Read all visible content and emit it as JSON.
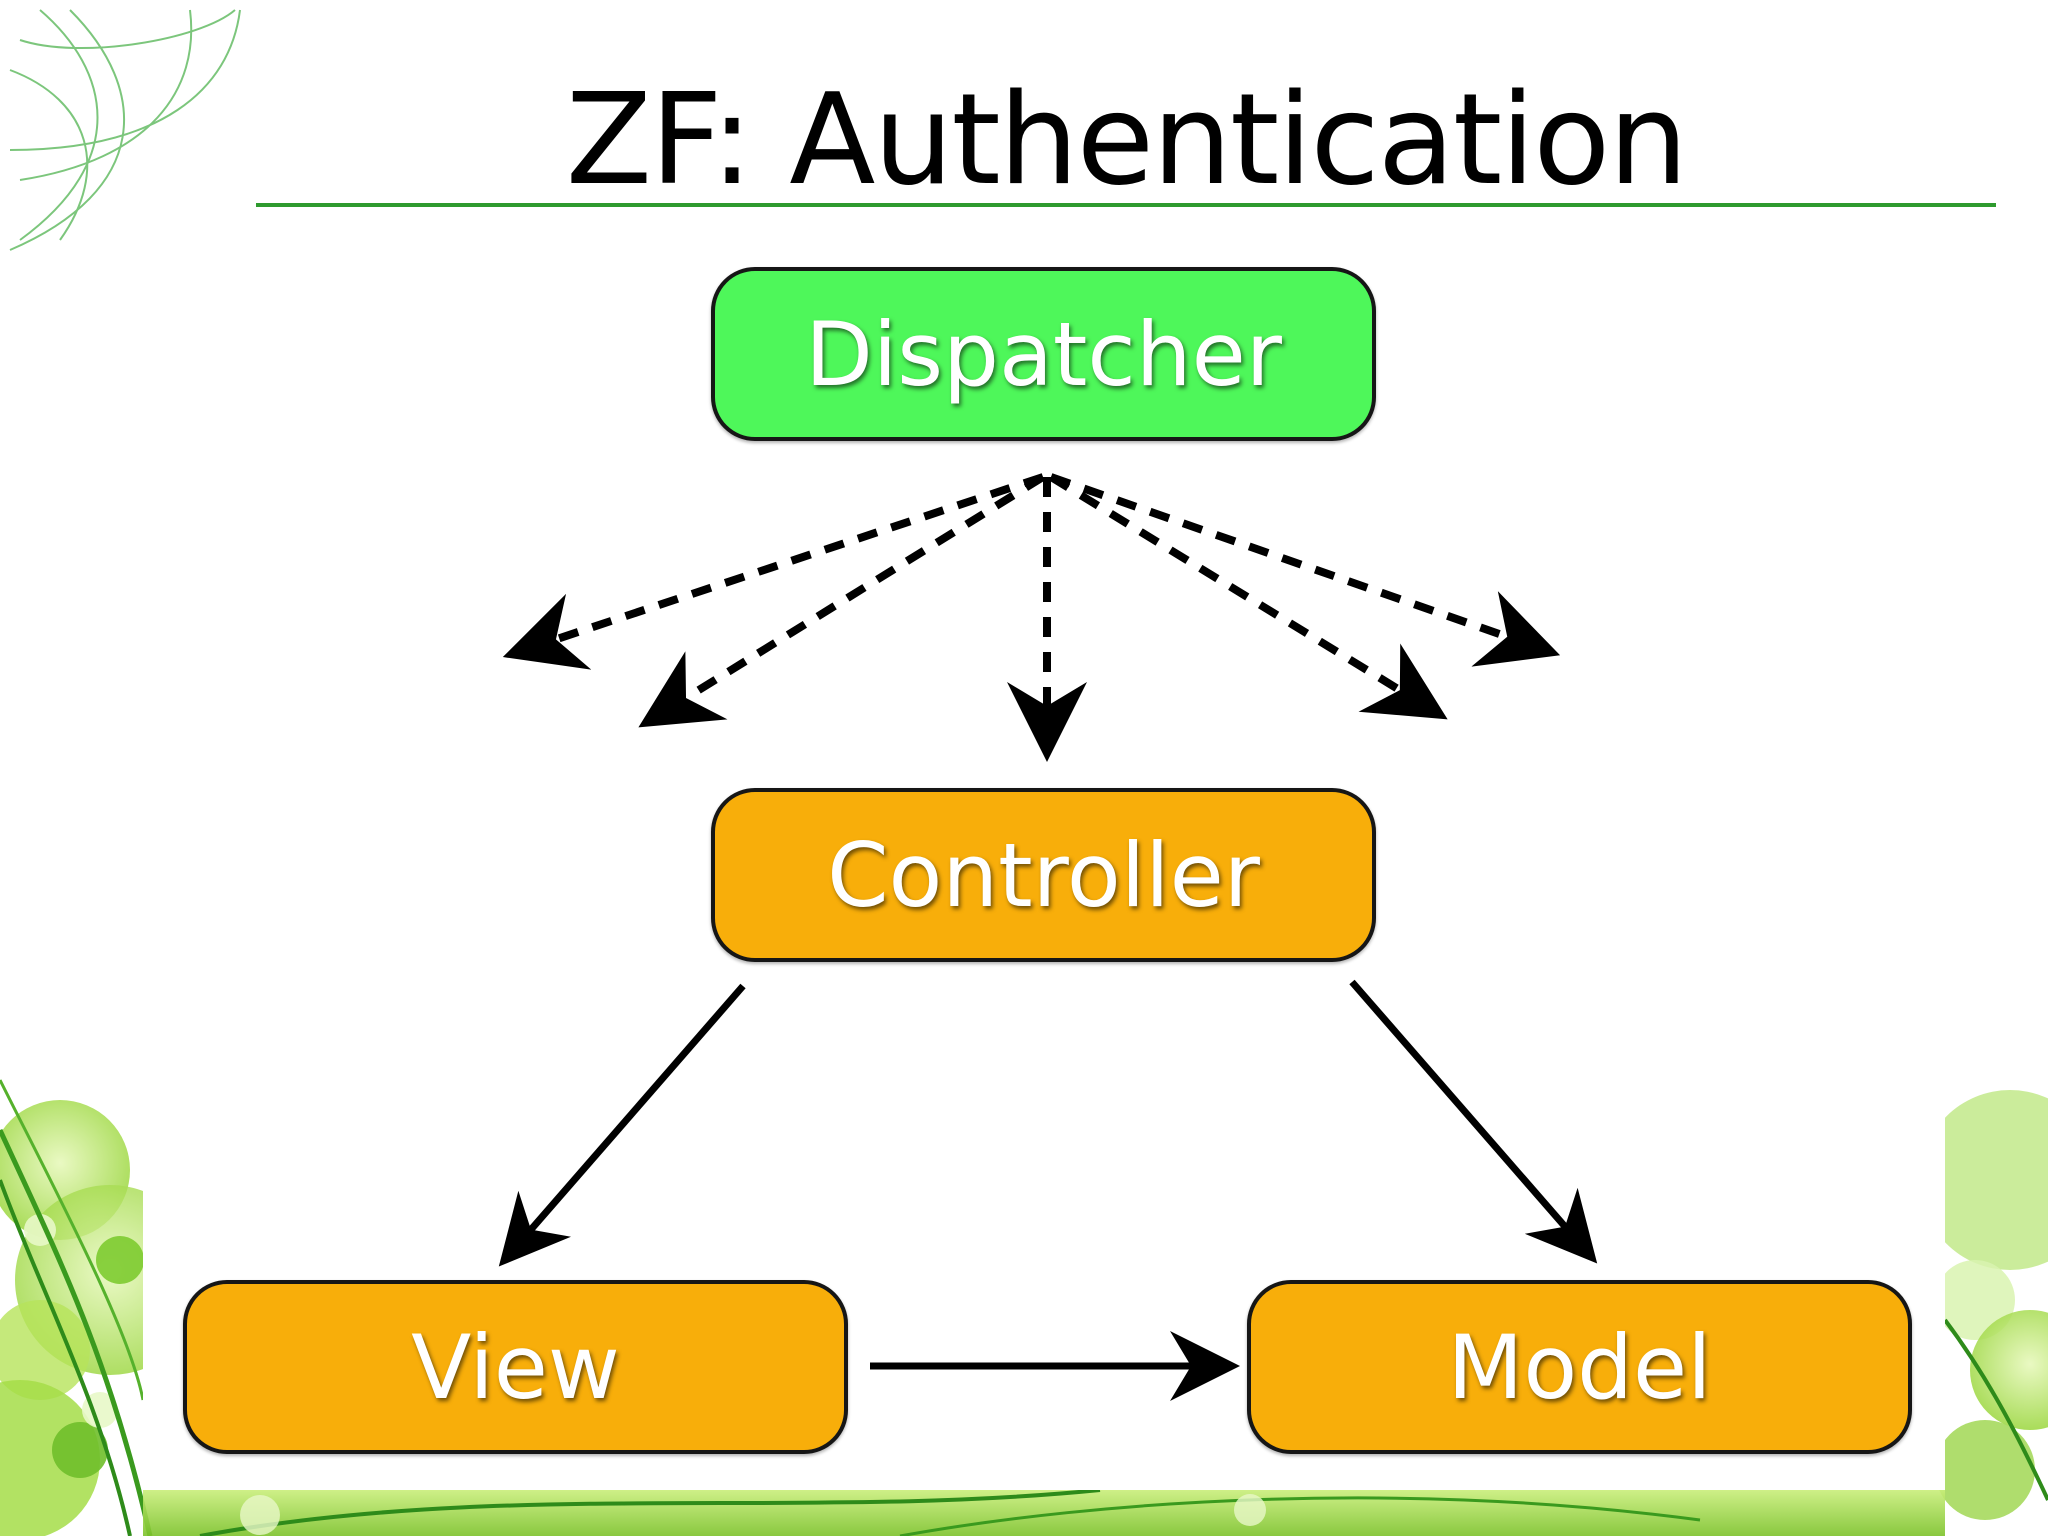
{
  "slide": {
    "title": "ZF: Authentication"
  },
  "diagram": {
    "nodes": {
      "dispatcher": "Dispatcher",
      "controller": "Controller",
      "view": "View",
      "model": "Model"
    },
    "edges": [
      {
        "from": "Dispatcher",
        "to": "Controller",
        "style": "dashed"
      },
      {
        "from": "Dispatcher",
        "to": "",
        "style": "dashed"
      },
      {
        "from": "Dispatcher",
        "to": "",
        "style": "dashed"
      },
      {
        "from": "Dispatcher",
        "to": "",
        "style": "dashed"
      },
      {
        "from": "Dispatcher",
        "to": "",
        "style": "dashed"
      },
      {
        "from": "Controller",
        "to": "View",
        "style": "solid"
      },
      {
        "from": "Controller",
        "to": "Model",
        "style": "solid"
      },
      {
        "from": "View",
        "to": "Model",
        "style": "solid"
      }
    ]
  },
  "colors": {
    "dispatcher_fill": "#4ef75a",
    "node_fill": "#f8ae0a",
    "title_rule": "#2e9a2e",
    "decor_green": "#8fd63a"
  }
}
